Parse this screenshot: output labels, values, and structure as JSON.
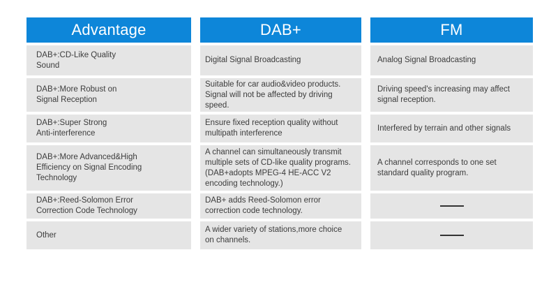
{
  "chart_data": {
    "type": "table",
    "columns": [
      {
        "key": "advantage",
        "label": "Advantage"
      },
      {
        "key": "dab",
        "label": "DAB+"
      },
      {
        "key": "fm",
        "label": "FM"
      }
    ],
    "rows": [
      {
        "advantage": "DAB+:CD-Like Quality\nSound",
        "dab": "Digital Signal Broadcasting",
        "fm": "Analog Signal Broadcasting"
      },
      {
        "advantage": "DAB+:More Robust on\nSignal Reception",
        "dab": "Suitable for car audio&video products.\nSignal will not be affected by driving\nspeed.",
        "fm": "Driving speed's increasing may affect\nsignal reception."
      },
      {
        "advantage": "DAB+:Super Strong\nAnti-interference",
        "dab": "Ensure fixed reception quality without\nmultipath interference",
        "fm": "Interfered by terrain and other signals"
      },
      {
        "advantage": "DAB+:More Advanced&High\nEfficiency on Signal Encoding\nTechnology",
        "dab": "A channel can simultaneously transmit\nmultiple sets of CD-like quality programs.\n(DAB+adopts MPEG-4 HE-ACC V2\nencoding technology.)",
        "fm": "A channel corresponds to one set\nstandard quality program."
      },
      {
        "advantage": "DAB+:Reed-Solomon Error\nCorrection Code Technology",
        "dab": "DAB+ adds Reed-Solomon error\ncorrection code technology.",
        "fm": {
          "type": "dash-line",
          "text": "——"
        }
      },
      {
        "advantage": "Other",
        "dab": "A wider variety of stations,more choice\non channels.",
        "fm": {
          "type": "dash-line",
          "text": "——"
        }
      }
    ]
  },
  "colors": {
    "header_bg": "#0d86d9",
    "header_text": "#ffffff",
    "row_bg": "#e5e5e5",
    "body_text": "#3c3c3c",
    "dash": "#333333"
  }
}
